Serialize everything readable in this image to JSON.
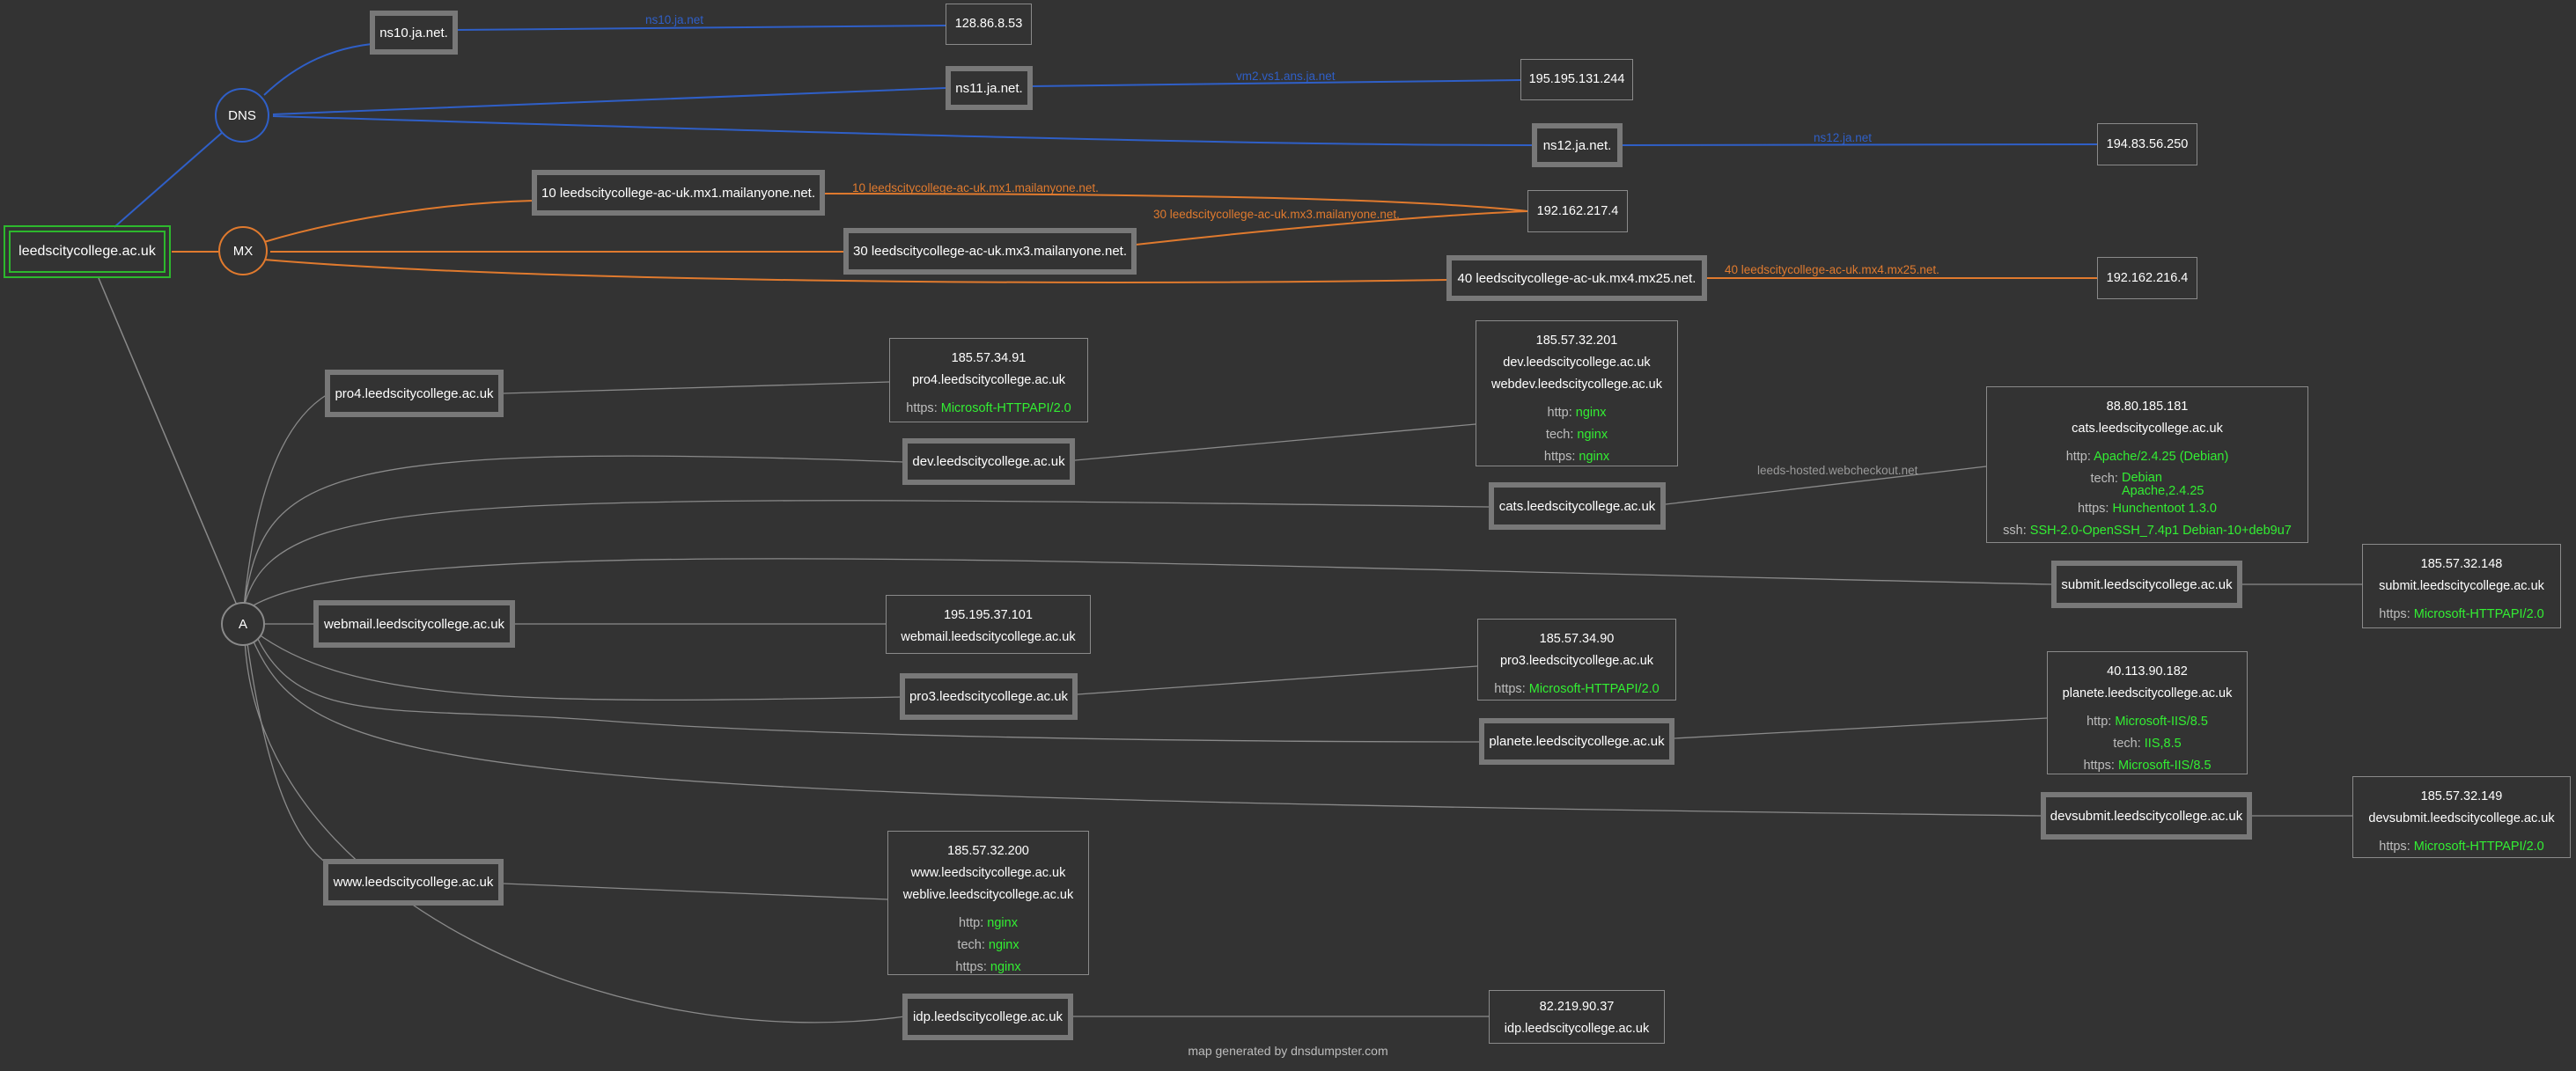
{
  "root": {
    "domain": "leedscitycollege.ac.uk"
  },
  "groups": {
    "dns": "DNS",
    "mx": "MX",
    "a": "A"
  },
  "colors": {
    "background": "#333333",
    "dns_edge": "#2f5fc7",
    "mx_edge": "#e07a2e",
    "a_edge": "#8a8a8a",
    "root_border": "#2db82d",
    "service": "#33ee33"
  },
  "ns": [
    {
      "host": "ns10.ja.net.",
      "ip": "128.86.8.53",
      "edge_label": "ns10.ja.net"
    },
    {
      "host": "ns11.ja.net.",
      "ip": "195.195.131.244",
      "edge_label": "vm2.vs1.ans.ja.net"
    },
    {
      "host": "ns12.ja.net.",
      "ip": "194.83.56.250",
      "edge_label": "ns12.ja.net"
    }
  ],
  "mx": [
    {
      "host": "10 leedscitycollege-ac-uk.mx1.mailanyone.net.",
      "edge_label": "10 leedscitycollege-ac-uk.mx1.mailanyone.net."
    },
    {
      "host": "30 leedscitycollege-ac-uk.mx3.mailanyone.net.",
      "edge_label": "30 leedscitycollege-ac-uk.mx3.mailanyone.net."
    },
    {
      "host": "40 leedscitycollege-ac-uk.mx4.mx25.net.",
      "edge_label": "40 leedscitycollege-ac-uk.mx4.mx25.net."
    }
  ],
  "mx_ips": [
    "192.162.217.4",
    "192.162.216.4"
  ],
  "a": [
    {
      "host": "pro4.leedscitycollege.ac.uk",
      "ip": "185.57.34.91",
      "names": [
        "pro4.leedscitycollege.ac.uk"
      ],
      "services": [
        {
          "k": "https",
          "v": "Microsoft-HTTPAPI/2.0"
        }
      ]
    },
    {
      "host": "dev.leedscitycollege.ac.uk",
      "ip": "185.57.32.201",
      "names": [
        "dev.leedscitycollege.ac.uk",
        "webdev.leedscitycollege.ac.uk"
      ],
      "services": [
        {
          "k": "http",
          "v": "nginx"
        },
        {
          "k": "tech",
          "v": "nginx"
        },
        {
          "k": "https",
          "v": "nginx"
        }
      ]
    },
    {
      "host": "cats.leedscitycollege.ac.uk",
      "ip": "88.80.185.181",
      "names": [
        "cats.leedscitycollege.ac.uk"
      ],
      "edge_label": "leeds-hosted.webcheckout.net",
      "services": [
        {
          "k": "http",
          "v": "Apache/2.4.25 (Debian)"
        },
        {
          "k": "tech",
          "v": "Debian",
          "v2": "Apache,2.4.25"
        },
        {
          "k": "https",
          "v": "Hunchentoot 1.3.0"
        },
        {
          "k": "ssh",
          "v": "SSH-2.0-OpenSSH_7.4p1 Debian-10+deb9u7"
        }
      ]
    },
    {
      "host": "submit.leedscitycollege.ac.uk",
      "ip": "185.57.32.148",
      "names": [
        "submit.leedscitycollege.ac.uk"
      ],
      "services": [
        {
          "k": "https",
          "v": "Microsoft-HTTPAPI/2.0"
        }
      ]
    },
    {
      "host": "webmail.leedscitycollege.ac.uk",
      "ip": "195.195.37.101",
      "names": [
        "webmail.leedscitycollege.ac.uk"
      ],
      "services": []
    },
    {
      "host": "pro3.leedscitycollege.ac.uk",
      "ip": "185.57.34.90",
      "names": [
        "pro3.leedscitycollege.ac.uk"
      ],
      "services": [
        {
          "k": "https",
          "v": "Microsoft-HTTPAPI/2.0"
        }
      ]
    },
    {
      "host": "planete.leedscitycollege.ac.uk",
      "ip": "40.113.90.182",
      "names": [
        "planete.leedscitycollege.ac.uk"
      ],
      "services": [
        {
          "k": "http",
          "v": "Microsoft-IIS/8.5"
        },
        {
          "k": "tech",
          "v": "IIS,8.5"
        },
        {
          "k": "https",
          "v": "Microsoft-IIS/8.5"
        }
      ]
    },
    {
      "host": "devsubmit.leedscitycollege.ac.uk",
      "ip": "185.57.32.149",
      "names": [
        "devsubmit.leedscitycollege.ac.uk"
      ],
      "services": [
        {
          "k": "https",
          "v": "Microsoft-HTTPAPI/2.0"
        }
      ]
    },
    {
      "host": "www.leedscitycollege.ac.uk",
      "ip": "185.57.32.200",
      "names": [
        "www.leedscitycollege.ac.uk",
        "weblive.leedscitycollege.ac.uk"
      ],
      "services": [
        {
          "k": "http",
          "v": "nginx"
        },
        {
          "k": "tech",
          "v": "nginx"
        },
        {
          "k": "https",
          "v": "nginx"
        }
      ]
    },
    {
      "host": "idp.leedscitycollege.ac.uk",
      "ip": "82.219.90.37",
      "names": [
        "idp.leedscitycollege.ac.uk"
      ],
      "services": []
    }
  ],
  "footer": "map generated by dnsdumpster.com"
}
